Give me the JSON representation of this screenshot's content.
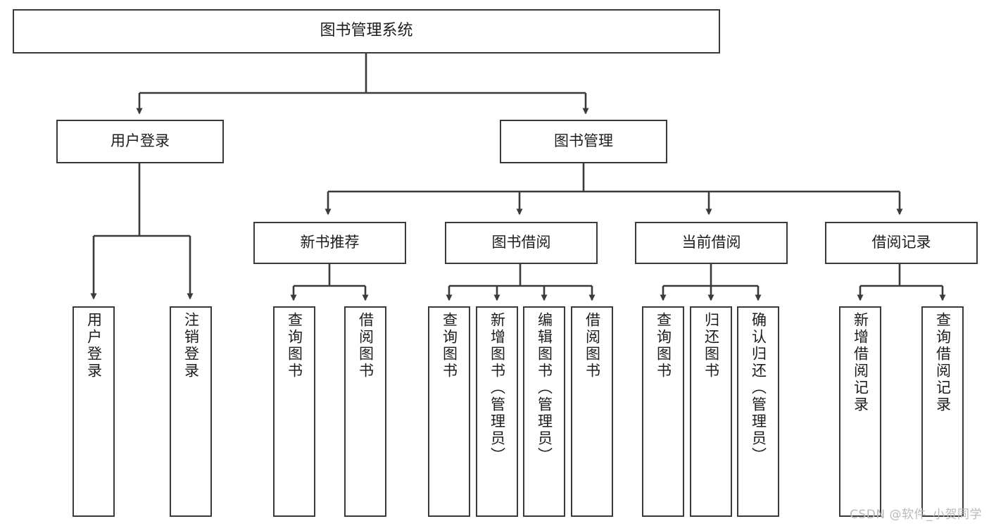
{
  "diagram": {
    "title": "图书管理系统",
    "type": "tree-hierarchy-chart",
    "watermark": "CSDN @软件_小贺同学",
    "colors": {
      "stroke": "#3a3a3a",
      "fill": "#ffffff",
      "text": "#1d1d1d",
      "watermark": "#b9b9b9"
    },
    "nodes": {
      "root": {
        "label": "图书管理系统"
      },
      "level1": [
        {
          "label": "用户登录"
        },
        {
          "label": "图书管理"
        }
      ],
      "level2": [
        {
          "label": "新书推荐"
        },
        {
          "label": "图书借阅"
        },
        {
          "label": "当前借阅"
        },
        {
          "label": "借阅记录"
        }
      ],
      "leaves_user_login": [
        {
          "label": "用户登录"
        },
        {
          "label": "注销登录"
        }
      ],
      "leaves_new_books": [
        {
          "label": "查询图书"
        },
        {
          "label": "借阅图书"
        }
      ],
      "leaves_borrow": [
        {
          "label": "查询图书"
        },
        {
          "label": "新增图书（管理员）"
        },
        {
          "label": "编辑图书（管理员）"
        },
        {
          "label": "借阅图书"
        }
      ],
      "leaves_current": [
        {
          "label": "查询图书"
        },
        {
          "label": "归还图书"
        },
        {
          "label": "确认归还（管理员）"
        }
      ],
      "leaves_records": [
        {
          "label": "新增借阅记录"
        },
        {
          "label": "查询借阅记录"
        }
      ]
    }
  }
}
